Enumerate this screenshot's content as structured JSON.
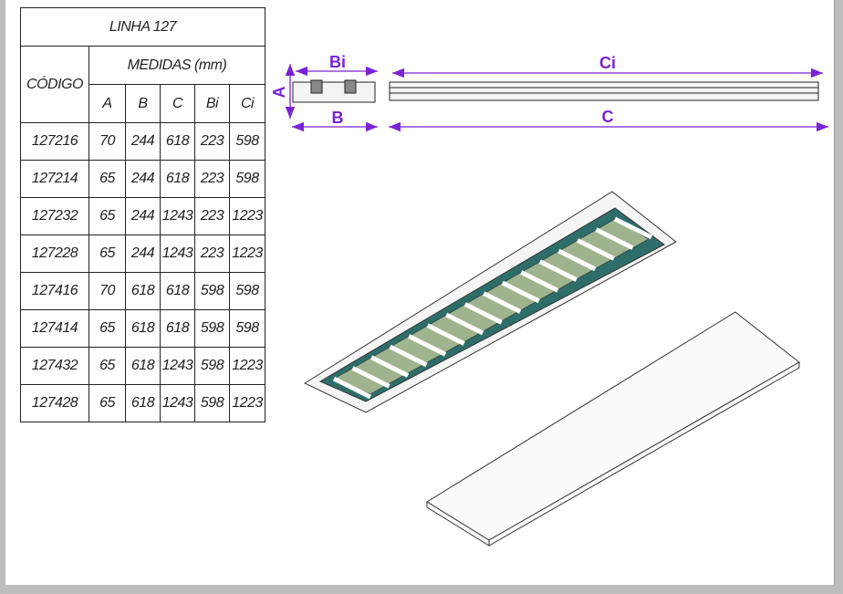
{
  "table": {
    "title": "LINHA 127",
    "code_header": "CÓDIGO",
    "group_header": "MEDIDAS (mm)",
    "columns": [
      "A",
      "B",
      "C",
      "Bi",
      "Ci"
    ],
    "rows": [
      [
        "127216",
        "70",
        "244",
        "618",
        "223",
        "598"
      ],
      [
        "127214",
        "65",
        "244",
        "618",
        "223",
        "598"
      ],
      [
        "127232",
        "65",
        "244",
        "1243",
        "223",
        "1223"
      ],
      [
        "127228",
        "65",
        "244",
        "1243",
        "223",
        "1223"
      ],
      [
        "127416",
        "70",
        "618",
        "618",
        "598",
        "598"
      ],
      [
        "127414",
        "65",
        "618",
        "618",
        "598",
        "598"
      ],
      [
        "127432",
        "65",
        "618",
        "1243",
        "598",
        "1223"
      ],
      [
        "127428",
        "65",
        "618",
        "1243",
        "598",
        "1223"
      ]
    ]
  },
  "drawing": {
    "labels": {
      "A": "A",
      "B": "B",
      "Bi": "Bi",
      "C": "C",
      "Ci": "Ci"
    },
    "dimension_color": "#7b22d4"
  }
}
